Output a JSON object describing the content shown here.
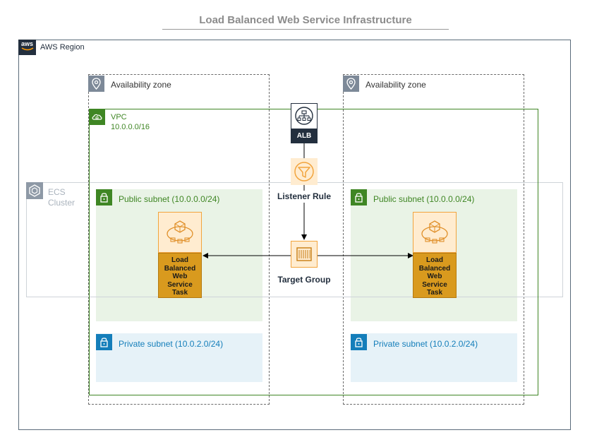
{
  "title": "Load Balanced Web Service Infrastructure",
  "region": {
    "badge": "aws",
    "label": "AWS Region"
  },
  "availability_zones": [
    {
      "label": "Availability zone"
    },
    {
      "label": "Availability zone"
    }
  ],
  "vpc": {
    "label": "VPC",
    "cidr": "10.0.0.0/16"
  },
  "ecs_cluster": {
    "line1": "ECS",
    "line2": "Cluster"
  },
  "public_subnets": [
    {
      "label": "Public subnet (10.0.0.0/24)"
    },
    {
      "label": "Public subnet (10.0.0.0/24)"
    }
  ],
  "private_subnets": [
    {
      "label": "Private subnet (10.0.2.0/24)"
    },
    {
      "label": "Private subnet (10.0.2.0/24)"
    }
  ],
  "tasks": [
    {
      "lines": [
        "Load",
        "Balanced",
        "Web",
        "Service",
        "Task"
      ]
    },
    {
      "lines": [
        "Load",
        "Balanced",
        "Web",
        "Service",
        "Task"
      ]
    }
  ],
  "alb": {
    "label": "ALB"
  },
  "listener_rule": {
    "label": "Listener Rule"
  },
  "target_group": {
    "label": "Target Group"
  },
  "colors": {
    "vpc_green": "#3f8624",
    "private_blue": "#147eba",
    "compute_orange": "#d99a1e",
    "aws_dark": "#232f3e"
  }
}
